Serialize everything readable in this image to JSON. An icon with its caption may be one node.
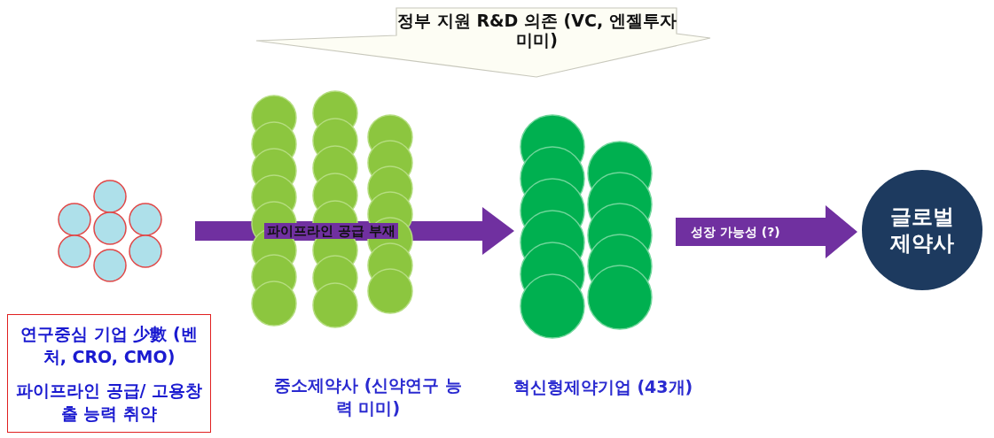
{
  "diagram": {
    "nodes": [
      {
        "text": [
          "정부 지원 R&D 의존 (VC, 엔젤투자 미미)"
        ]
      },
      {
        "text": [
          "연구중심 기업 少數 (벤처, CRO, CMO)",
          "파이프라인 공급/ 고용창출 능력 취약"
        ]
      },
      {
        "text": [],
        "shape": "circle"
      },
      {
        "text": [],
        "shape": "circle",
        "beside": [
          "중소제약사 (신약연구 능력 미미)"
        ]
      },
      {
        "text": [],
        "shape": "circle",
        "beside": [
          "혁신형제약기업 (43개)"
        ]
      },
      {
        "text": [
          "글로벌 제약사"
        ]
      }
    ],
    "edges": [
      {
        "from": 2,
        "to": 4,
        "arrow": "to",
        "label": "파이프라인 공급 부재"
      },
      {
        "from": 4,
        "to": 5,
        "arrow": "to",
        "label": "성장 가능성 (?)"
      }
    ]
  }
}
